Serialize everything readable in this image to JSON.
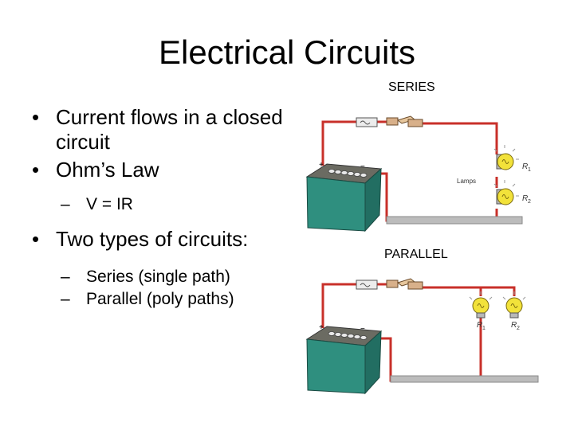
{
  "slide": {
    "title": "Electrical Circuits",
    "bullets": [
      {
        "text": "Current flows in a closed circuit"
      },
      {
        "text": "Ohm’s Law",
        "sub": [
          "V = IR"
        ]
      },
      {
        "text": "Two types of circuits:",
        "sub": [
          "Series (single path)",
          "Parallel (poly paths)"
        ]
      }
    ]
  },
  "diagrams": {
    "series": {
      "label": "SERIES",
      "lamps_label": "Lamps",
      "r1_label": "R",
      "r1_sub": "1",
      "r2_label": "R",
      "r2_sub": "2",
      "plus": "+",
      "minus": "−"
    },
    "parallel": {
      "label": "PARALLEL",
      "r1_label": "R",
      "r1_sub": "1",
      "r2_label": "R",
      "r2_sub": "2",
      "plus": "+",
      "minus": "−"
    }
  },
  "colors": {
    "wire": "#c8302a",
    "battery": "#2f8f7f",
    "battery_top": "#6b6b62",
    "bulb": "#f2e23a",
    "bar": "#bcbcbc"
  }
}
